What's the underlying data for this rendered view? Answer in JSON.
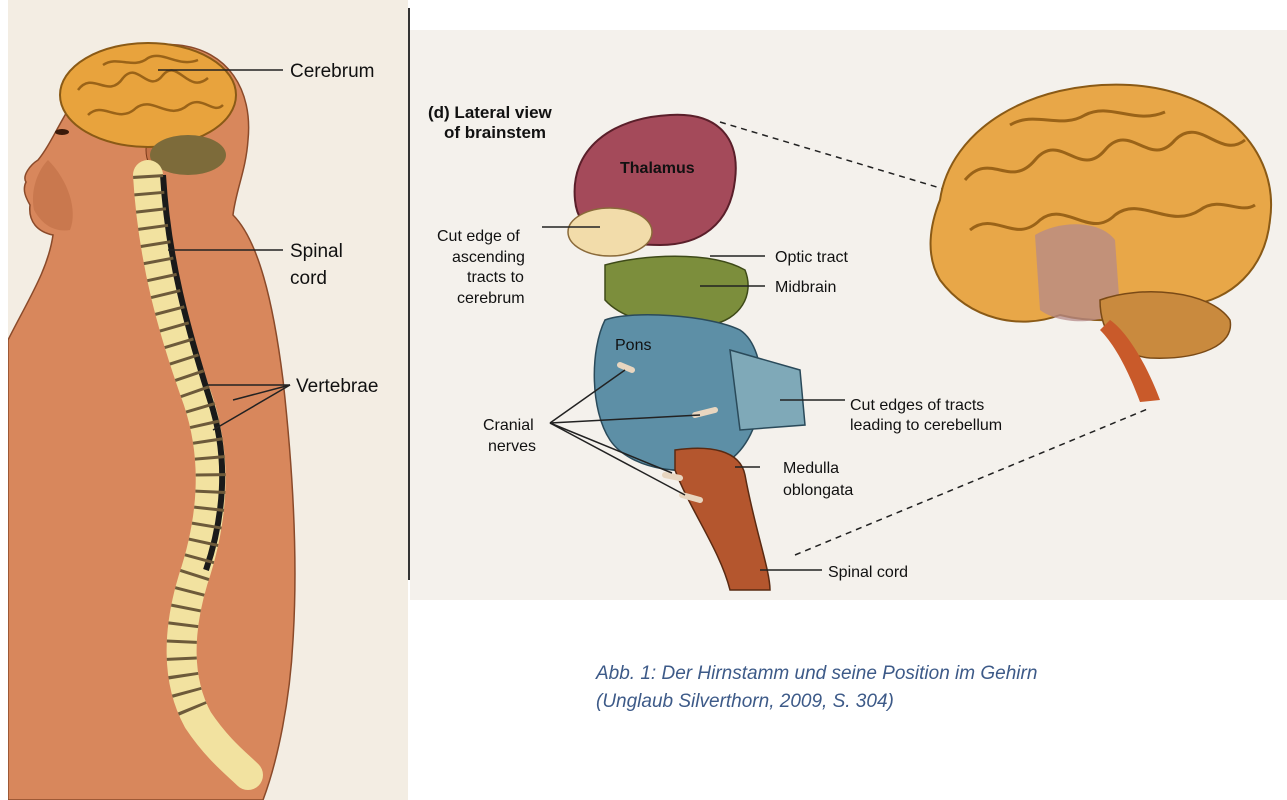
{
  "left_figure": {
    "labels": {
      "cerebrum": "Cerebrum",
      "spinal_cord_line1": "Spinal",
      "spinal_cord_line2": "cord",
      "vertebrae": "Vertebrae"
    }
  },
  "right_figure": {
    "title_line1": "(d) Lateral view",
    "title_line2": "of brainstem",
    "labels": {
      "thalamus": "Thalamus",
      "cut_edge_line1": "Cut edge of",
      "cut_edge_line2": "ascending",
      "cut_edge_line3": "tracts to",
      "cut_edge_line4": "cerebrum",
      "optic_tract": "Optic tract",
      "midbrain": "Midbrain",
      "pons": "Pons",
      "cranial_line1": "Cranial",
      "cranial_line2": "nerves",
      "cut_edges_tracts_line1": "Cut edges of tracts",
      "cut_edges_tracts_line2": "leading to cerebellum",
      "medulla_line1": "Medulla",
      "medulla_line2": "oblongata",
      "spinal_cord": "Spinal cord"
    }
  },
  "caption": {
    "line1": "Abb. 1: Der Hirnstamm und seine Position im Gehirn",
    "line2": "(Unglaub Silverthorn, 2009, S. 304)"
  }
}
